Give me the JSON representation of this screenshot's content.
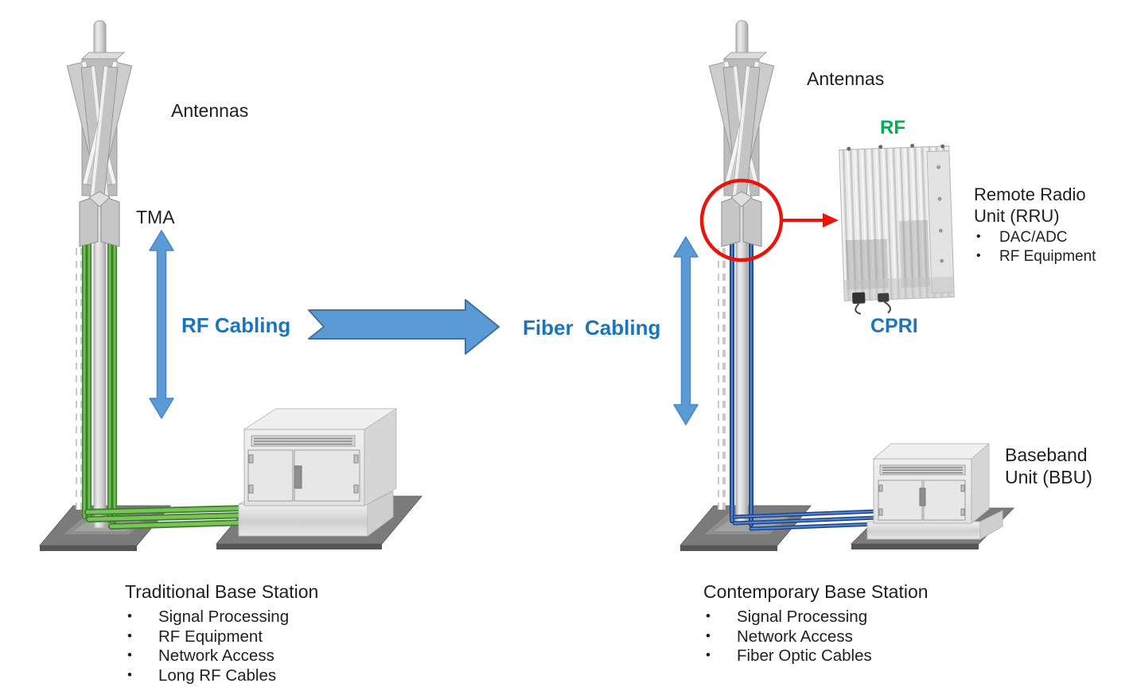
{
  "colors": {
    "arrow_blue": "#5B9BD5",
    "arrow_blue_border": "#41719C",
    "label_blue": "#1B75BC",
    "rf_green": "#00B050",
    "cable_green": "#5FAE3F",
    "cable_blue": "#2F5FAE",
    "highlight_red": "#E8150D",
    "text_dark": "#1F1F1F"
  },
  "left_station": {
    "antennas_label": "Antennas",
    "tma_label": "TMA",
    "cabling_label": "RF Cabling",
    "caption_title": "Traditional Base Station",
    "caption_bullets": [
      "Signal Processing",
      "RF Equipment",
      "Network Access",
      "Long RF Cables"
    ]
  },
  "transition": {
    "label": "Fiber  Cabling"
  },
  "right_station": {
    "antennas_label": "Antennas",
    "rf_label": "RF",
    "cpri_label": "CPRI",
    "rru_title": "Remote Radio Unit (RRU)",
    "rru_bullets": [
      "DAC/ADC",
      "RF Equipment"
    ],
    "bbu_label": "Baseband Unit (BBU)",
    "caption_title": "Contemporary Base Station",
    "caption_bullets": [
      "Signal Processing",
      "Network Access",
      "Fiber Optic Cables"
    ]
  }
}
